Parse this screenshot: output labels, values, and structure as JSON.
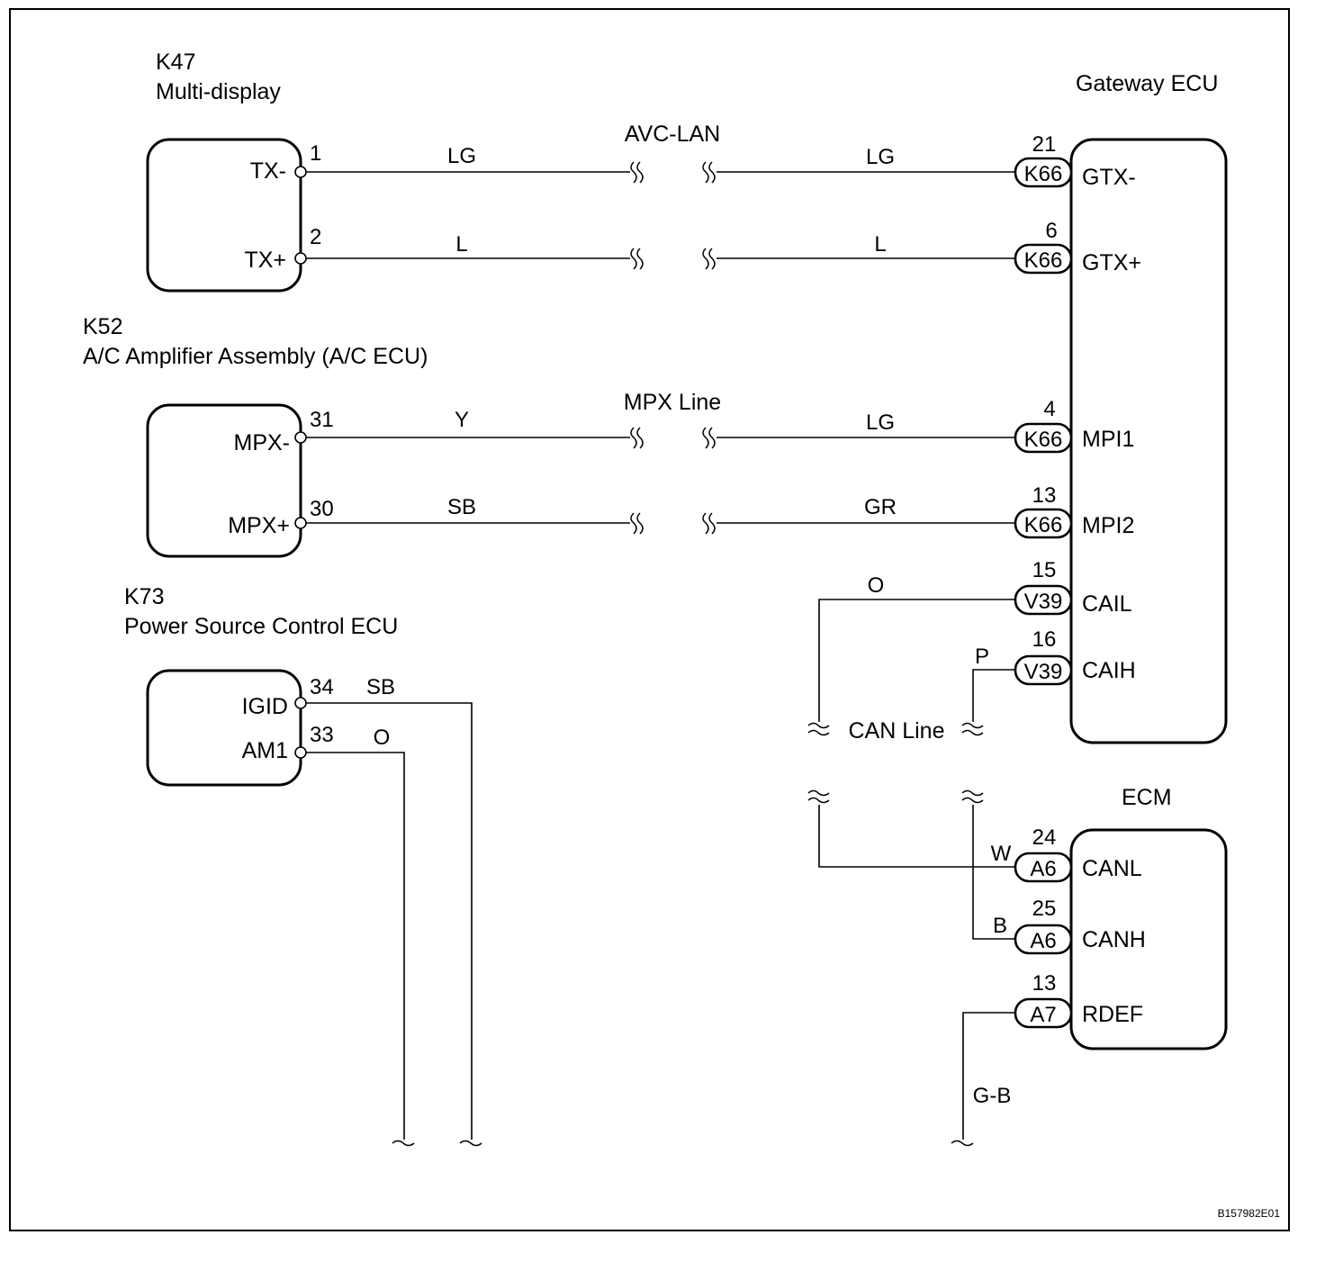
{
  "diagram_id": "B157982E01",
  "components": {
    "k47": {
      "code": "K47",
      "name": "Multi-display",
      "pins": [
        "TX-",
        "TX+"
      ]
    },
    "k52": {
      "code": "K52",
      "name": "A/C Amplifier Assembly (A/C ECU)",
      "pins": [
        "MPX-",
        "MPX+"
      ]
    },
    "k73": {
      "code": "K73",
      "name": "Power Source Control ECU",
      "pins": [
        "IGID",
        "AM1"
      ]
    },
    "gateway": {
      "name": "Gateway ECU",
      "pins": [
        "GTX-",
        "GTX+",
        "MPI1",
        "MPI2",
        "CAIL",
        "CAIH"
      ]
    },
    "ecm": {
      "name": "ECM",
      "pins": [
        "CANL",
        "CANH",
        "RDEF"
      ]
    }
  },
  "buses": {
    "avc": "AVC-LAN",
    "mpx": "MPX Line",
    "can": "CAN Line"
  },
  "wires": [
    {
      "id": "gtxm",
      "from_pin_no": "1",
      "left_color": "LG",
      "right_color": "LG",
      "to_pin_no": "21",
      "connector": "K66"
    },
    {
      "id": "gtxp",
      "from_pin_no": "2",
      "left_color": "L",
      "right_color": "L",
      "to_pin_no": "6",
      "connector": "K66"
    },
    {
      "id": "mpi1",
      "from_pin_no": "31",
      "left_color": "Y",
      "right_color": "LG",
      "to_pin_no": "4",
      "connector": "K66"
    },
    {
      "id": "mpi2",
      "from_pin_no": "30",
      "left_color": "SB",
      "right_color": "GR",
      "to_pin_no": "13",
      "connector": "K66"
    }
  ],
  "gateway_can": [
    {
      "pin_no": "15",
      "connector": "V39",
      "color": "O"
    },
    {
      "pin_no": "16",
      "connector": "V39",
      "color": "P"
    }
  ],
  "ecm_pins": [
    {
      "pin_no": "24",
      "connector": "A6",
      "color": "W"
    },
    {
      "pin_no": "25",
      "connector": "A6",
      "color": "B"
    },
    {
      "pin_no": "13",
      "connector": "A7",
      "color": "G-B"
    }
  ],
  "k73_wires": [
    {
      "pin_no": "34",
      "color": "SB"
    },
    {
      "pin_no": "33",
      "color": "O"
    }
  ]
}
